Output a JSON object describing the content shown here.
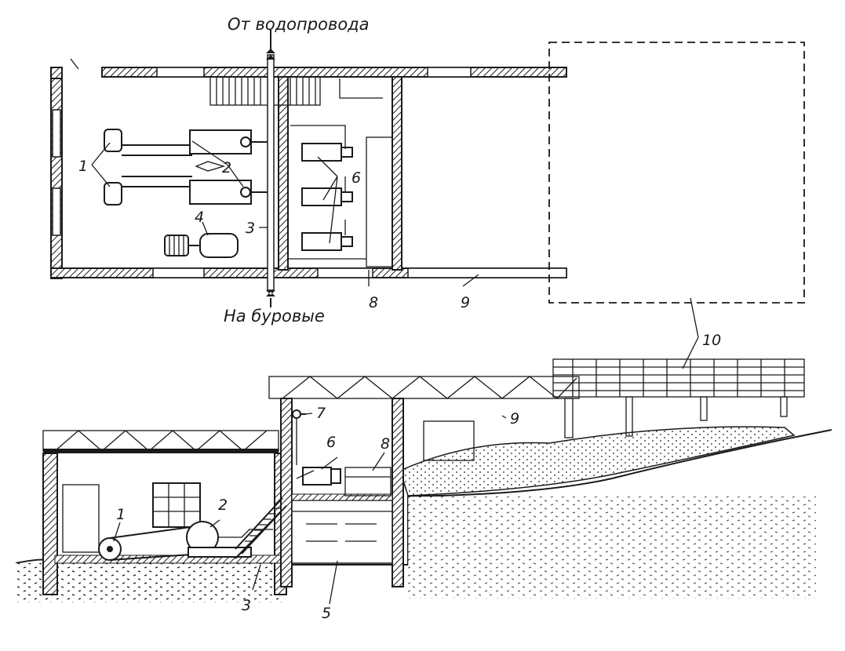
{
  "captions": {
    "from_water_main": "От водопровода",
    "to_drilling_rigs": "На буровые"
  },
  "callouts": {
    "n1": "1",
    "n2": "2",
    "n3": "3",
    "n4": "4",
    "n5": "5",
    "n6": "6",
    "n7": "7",
    "n8": "8",
    "n9": "9",
    "n10": "10"
  }
}
